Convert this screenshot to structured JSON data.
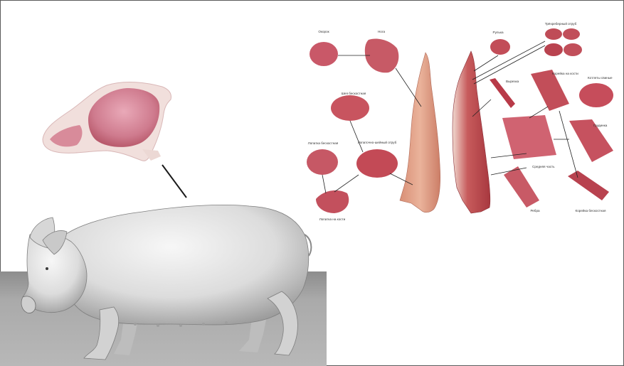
{
  "labels": {
    "shank_hind_left": "Окорок",
    "leg": "Нога",
    "knuckle_top": "Рулька",
    "chops_group": "Трёхреберный отруб",
    "tenderloin": "Вырезка",
    "loin_bone": "Корейка на кости",
    "pork_chops": "Котлеты свиные",
    "neck_boneless": "Шея бескостная",
    "shoulder_outer": "Лопаточно-шейный отруб",
    "shoulder_boneless": "Лопатка бескостная",
    "brisket": "Грудинка",
    "middle_part": "Средняя часть",
    "shoulder_bone": "Лопатка на кости",
    "ribs": "Ребра",
    "loin_boneless": "Корейка бескостная"
  },
  "colors": {
    "frame_border": "#5a5a5a",
    "ground": "#aaaaaa",
    "meat_red": "#c94452",
    "meat_pink": "#e7a6b4",
    "fat": "#f4e8e2",
    "pig_body": "#e6e6e6",
    "pig_shadow": "#9a9a9a",
    "leader_line": "#222222"
  },
  "icons": {
    "pig": "pig-illustration",
    "loin_cut": "pork-loin-cut-image",
    "carcass": "pork-carcass-image"
  }
}
